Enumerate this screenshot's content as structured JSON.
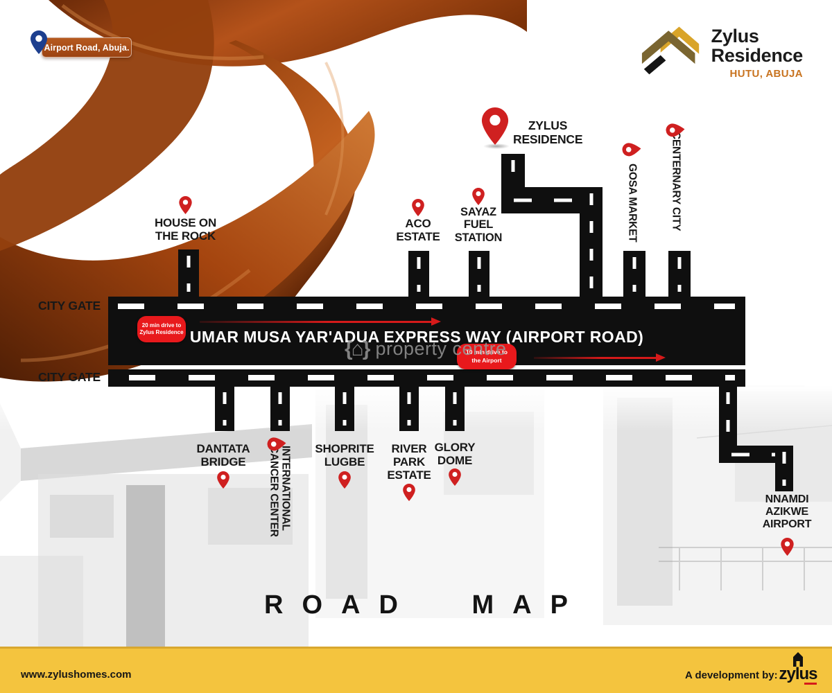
{
  "location_tag": {
    "label": "Airport Road, Abuja."
  },
  "brand": {
    "name_line1": "Zylus",
    "name_line2": "Residence",
    "location": "HUTU, ABUJA"
  },
  "map": {
    "title": "ROAD MAP",
    "expressway_label": "UMAR MUSA YAR'ADUA EXPRESS WAY (AIRPORT ROAD)",
    "city_gate_top": "CITY GATE",
    "city_gate_bottom": "CITY GATE",
    "drive_note_residence": "20 min drive to\nZylus Residence",
    "drive_note_airport": "10 min drive to\nthe Airport",
    "landmarks": {
      "house_on_the_rock": "HOUSE ON\nTHE ROCK",
      "aco_estate": "ACO\nESTATE",
      "sayaz_fuel_station": "SAYAZ\nFUEL\nSTATION",
      "zylus_residence": "ZYLUS\nRESIDENCE",
      "gosa_market": "GOSA MARKET",
      "centernary_city": "CENTERNARY CITY",
      "dantata_bridge": "DANTATA\nBRIDGE",
      "international_cancer_center": "INTERNATIONAL\nCANCER CENTER",
      "shoprite_lugbe": "SHOPRITE\nLUGBE",
      "river_park_estate": "RIVER\nPARK\nESTATE",
      "glory_dome": "GLORY\nDOME",
      "nnamdi_azikwe_airport": "NNAMDI\nAZIKWE\nAIRPORT"
    }
  },
  "watermark": {
    "icon": "{⌂}",
    "text": "property centre"
  },
  "footer": {
    "website": "www.zylushomes.com",
    "credit": "A development by:",
    "brand_wordmark": "zylus"
  },
  "colors": {
    "road_black": "#0f0f0f",
    "pin_red": "#cf2020",
    "pin_blue": "#1d3f8e",
    "accent_red": "#e8191c",
    "bar_yellow": "#f4c43e",
    "brand_orange": "#c8731f",
    "logo_gold": "#d9a429",
    "logo_brown": "#7a6530",
    "silk_brown": "#8a3c10"
  }
}
